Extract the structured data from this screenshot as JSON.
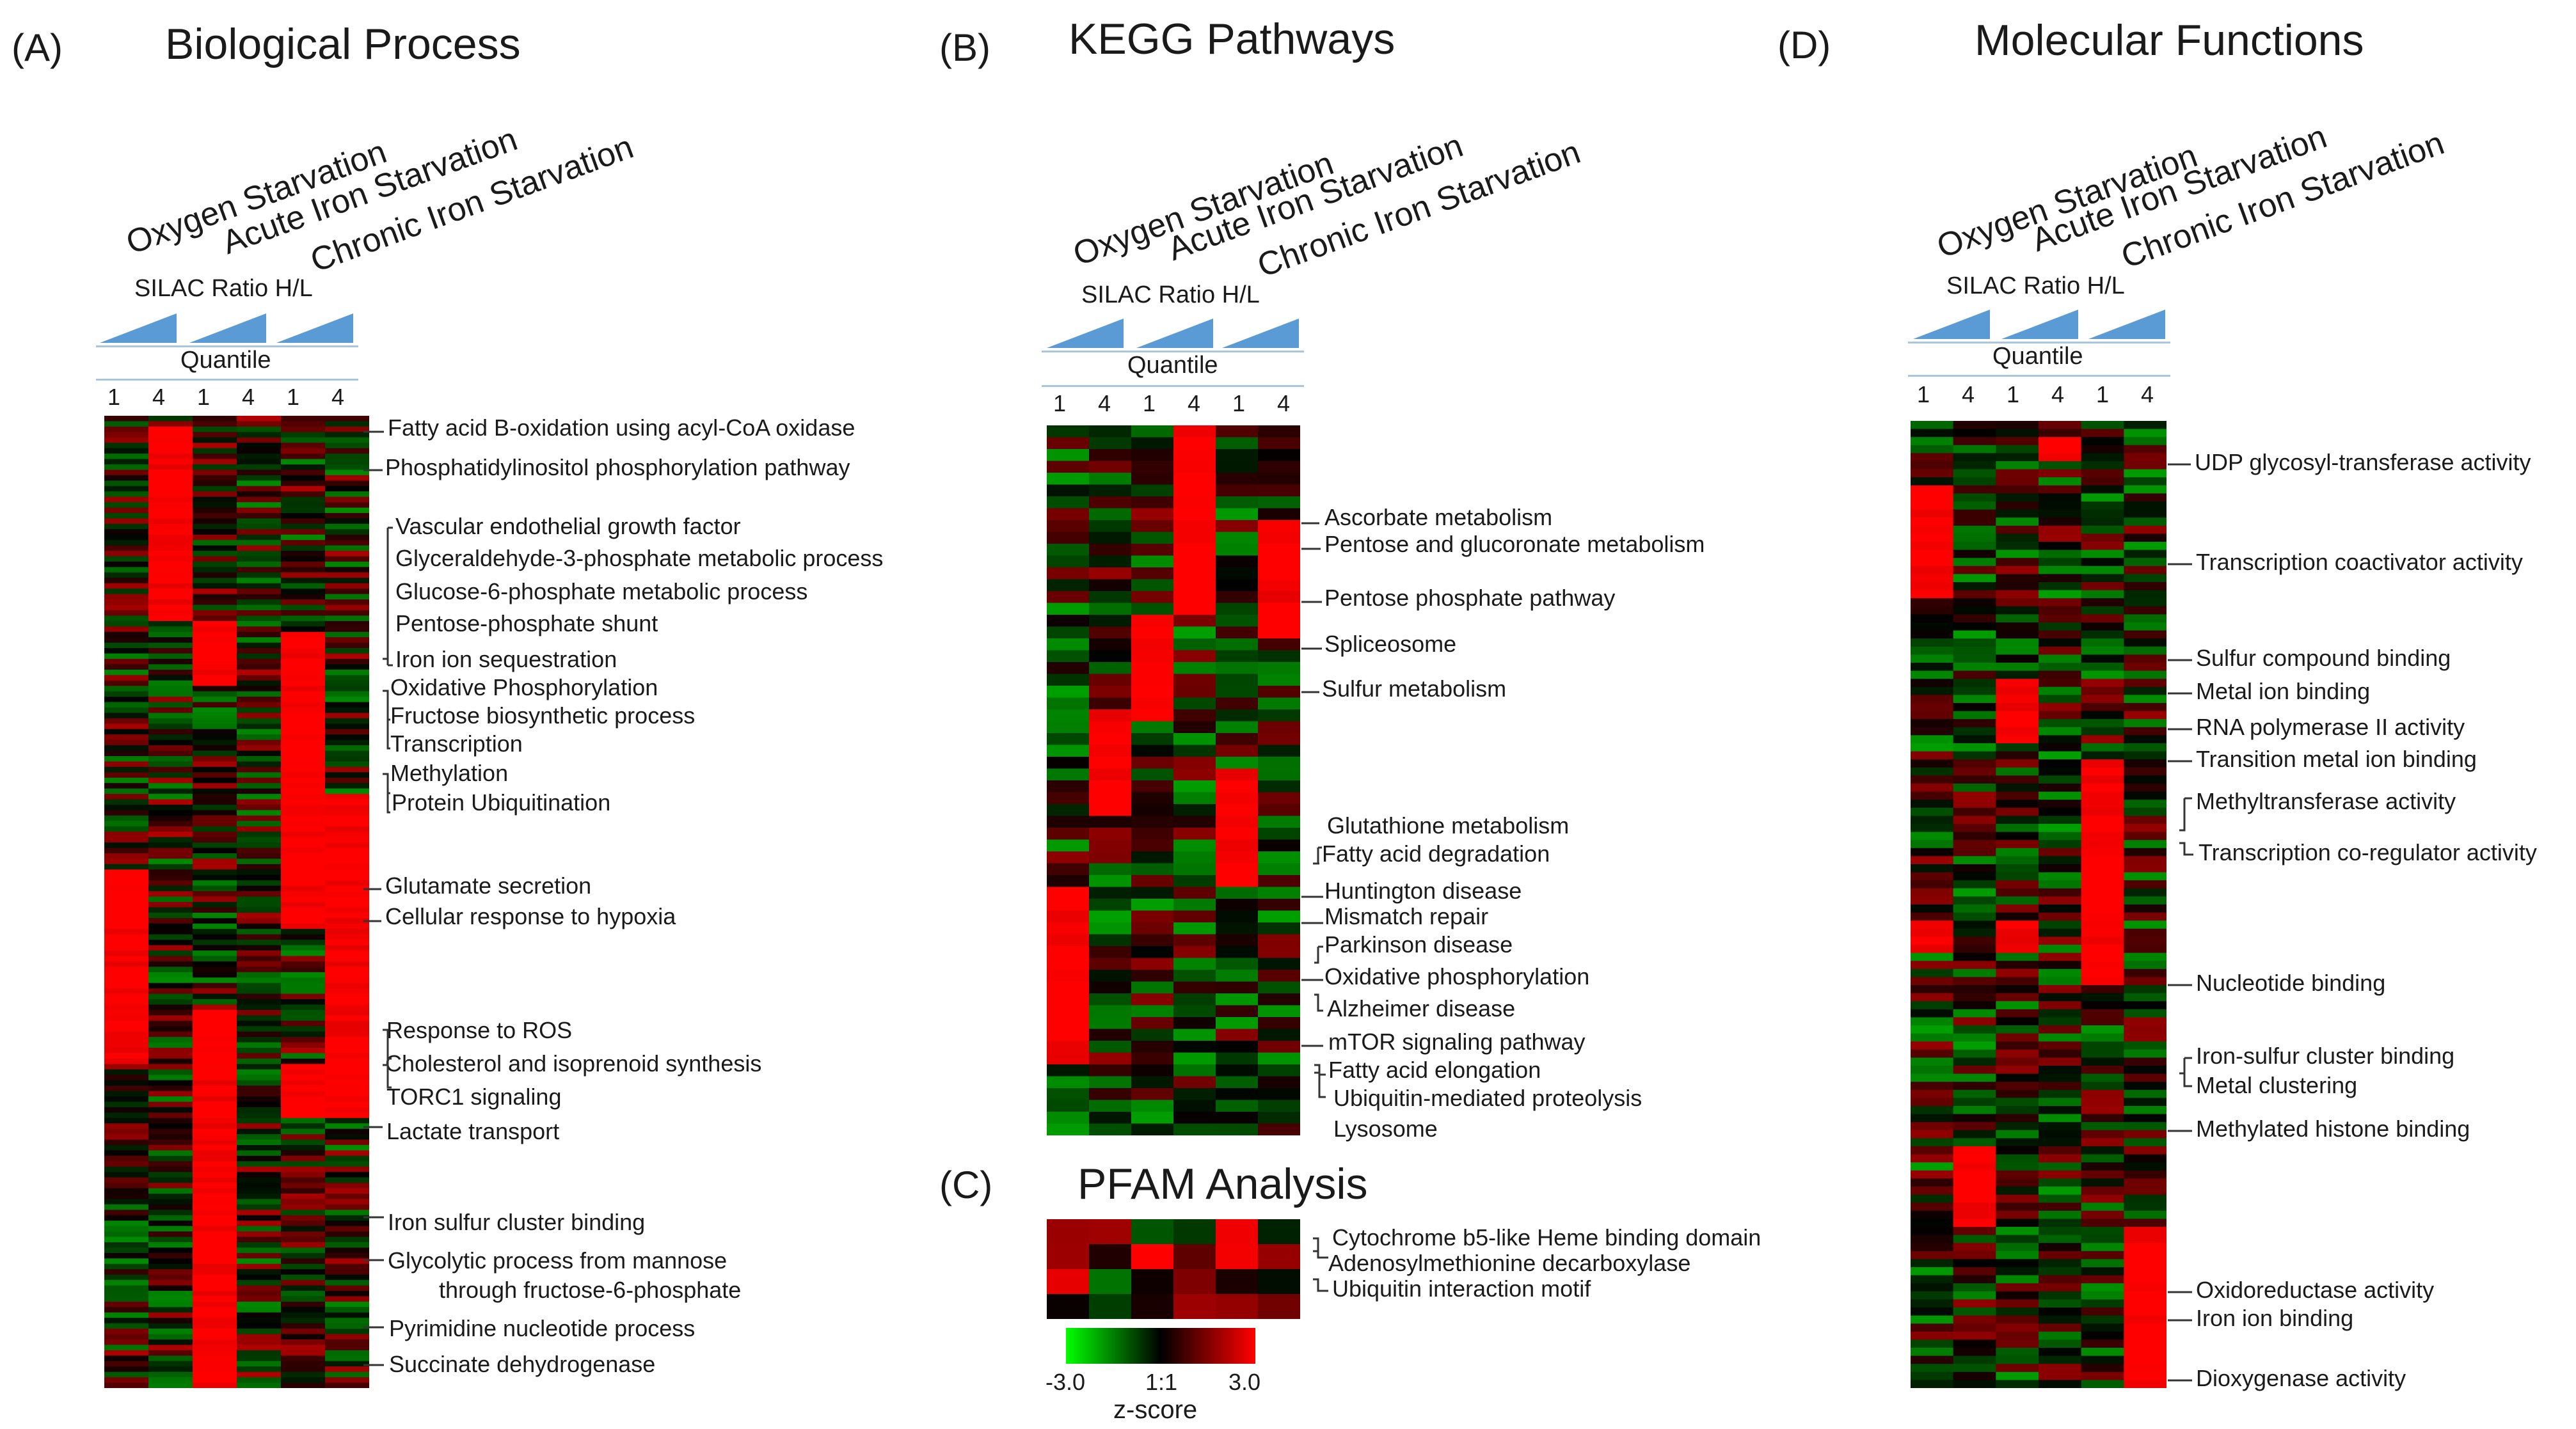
{
  "panels": {
    "A": {
      "letter": "(A)",
      "title": "Biological Process"
    },
    "B": {
      "letter": "(B)",
      "title": "KEGG Pathways"
    },
    "C": {
      "letter": "(C)",
      "title": "PFAM Analysis"
    },
    "D": {
      "letter": "(D)",
      "title": "Molecular Functions"
    }
  },
  "conditions": [
    "Oxygen Starvation",
    "Acute Iron Starvation",
    "Chronic Iron Starvation"
  ],
  "silac_label": "SILAC Ratio H/L",
  "quantile_label": "Quantile",
  "quantile_cols": [
    "1",
    "4",
    "1",
    "4",
    "1",
    "4"
  ],
  "labels_A": [
    "Fatty acid B-oxidation using acyl-CoA oxidase",
    "Phosphatidylinositol phosphorylation pathway",
    "Vascular endothelial growth factor",
    "Glyceraldehyde-3-phosphate metabolic process",
    "Glucose-6-phosphate metabolic process",
    "Pentose-phosphate shunt",
    "Iron ion sequestration",
    "Oxidative Phosphorylation",
    "Fructose biosynthetic process",
    "Transcription",
    "Methylation",
    "Protein Ubiquitination",
    "Glutamate secretion",
    "Cellular response to hypoxia",
    "Response to ROS",
    "Cholesterol and isoprenoid synthesis",
    "TORC1 signaling",
    "Lactate transport",
    "Iron sulfur cluster binding",
    "Glycolytic process from mannose",
    "through fructose-6-phosphate",
    "Pyrimidine nucleotide process",
    "Succinate dehydrogenase"
  ],
  "labels_B": [
    "Ascorbate metabolism",
    "Pentose and glucoronate metabolism",
    "Pentose phosphate pathway",
    "Spliceosome",
    "Sulfur metabolism",
    "Glutathione metabolism",
    "Fatty acid degradation",
    "Huntington disease",
    "Mismatch repair",
    "Parkinson disease",
    "Oxidative phosphorylation",
    "Alzheimer disease",
    "mTOR signaling pathway",
    "Fatty acid elongation",
    "Ubiquitin-mediated proteolysis",
    "Lysosome"
  ],
  "labels_C": [
    "Cytochrome b5-like Heme binding domain",
    "Adenosylmethionine decarboxylase",
    "Ubiquitin interaction motif"
  ],
  "labels_D": [
    "UDP glycosyl-transferase activity",
    "Transcription coactivator activity",
    "Sulfur compound binding",
    "Metal ion binding",
    "RNA polymerase II activity",
    "Transition metal ion binding",
    "Methyltransferase activity",
    "Transcription co-regulator activity",
    "Nucleotide binding",
    "Iron-sulfur cluster binding",
    "Metal clustering",
    "Methylated histone binding",
    "Oxidoreductase activity",
    "Iron ion binding",
    "Dioxygenase activity"
  ],
  "scale": {
    "min": "-3.0",
    "mid": "1:1",
    "max": "3.0",
    "label": "z-score"
  },
  "colors": {
    "low": "#00c800",
    "mid": "#000000",
    "high": "#ff0000",
    "wedge": "#5b9bd5",
    "rule": "#a9c6e0"
  }
}
